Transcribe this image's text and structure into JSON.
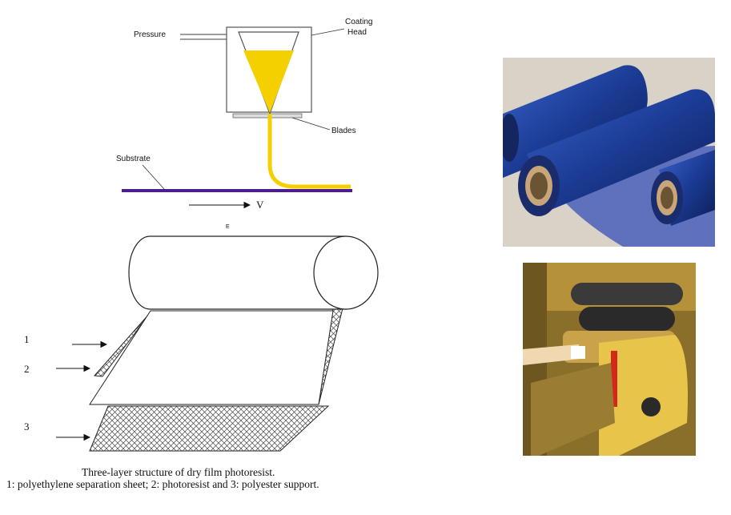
{
  "coating_diagram": {
    "pressure_label": "Pressure",
    "coating_head_label_1": "Coating",
    "coating_head_label_2": "Head",
    "blades_label": "Blades",
    "substrate_label": "Substrate",
    "velocity_label": "V",
    "resist_color": "#f5d000",
    "substrate_color": "#4b1d8f"
  },
  "film_diagram": {
    "figure_marker": "E",
    "layer_labels": [
      "1",
      "2",
      "3"
    ],
    "caption_title": "Three-layer structure of dry film photoresist.",
    "caption_body": "1: polyethylene separation sheet; 2: photoresist and 3: polyester support."
  },
  "photos": {
    "rolls_color": "#1d3f9e",
    "laminator_color": "#e8c54a"
  }
}
